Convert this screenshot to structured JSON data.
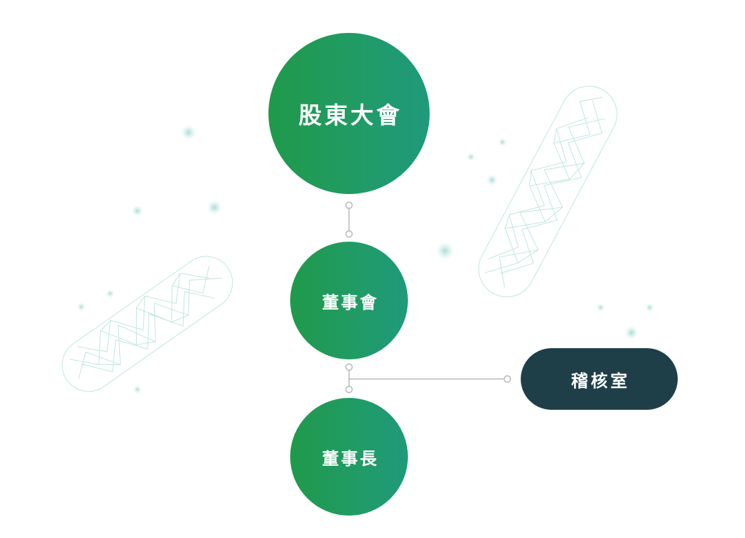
{
  "diagram": {
    "nodes": [
      {
        "id": "shareholders",
        "label": "股東大會"
      },
      {
        "id": "board",
        "label": "董事會"
      },
      {
        "id": "chairman",
        "label": "董事長"
      },
      {
        "id": "audit",
        "label": "稽核室"
      }
    ],
    "edges": [
      {
        "from": "shareholders",
        "to": "board"
      },
      {
        "from": "board",
        "to": "chairman"
      },
      {
        "from": "board",
        "to": "audit"
      }
    ]
  },
  "colors": {
    "node_green_start": "#1f9a4a",
    "node_green_end": "#1f9a7c",
    "node_dark": "#1f3f48",
    "connector": "#b8b8b8",
    "decor": "#bfe6e0"
  }
}
